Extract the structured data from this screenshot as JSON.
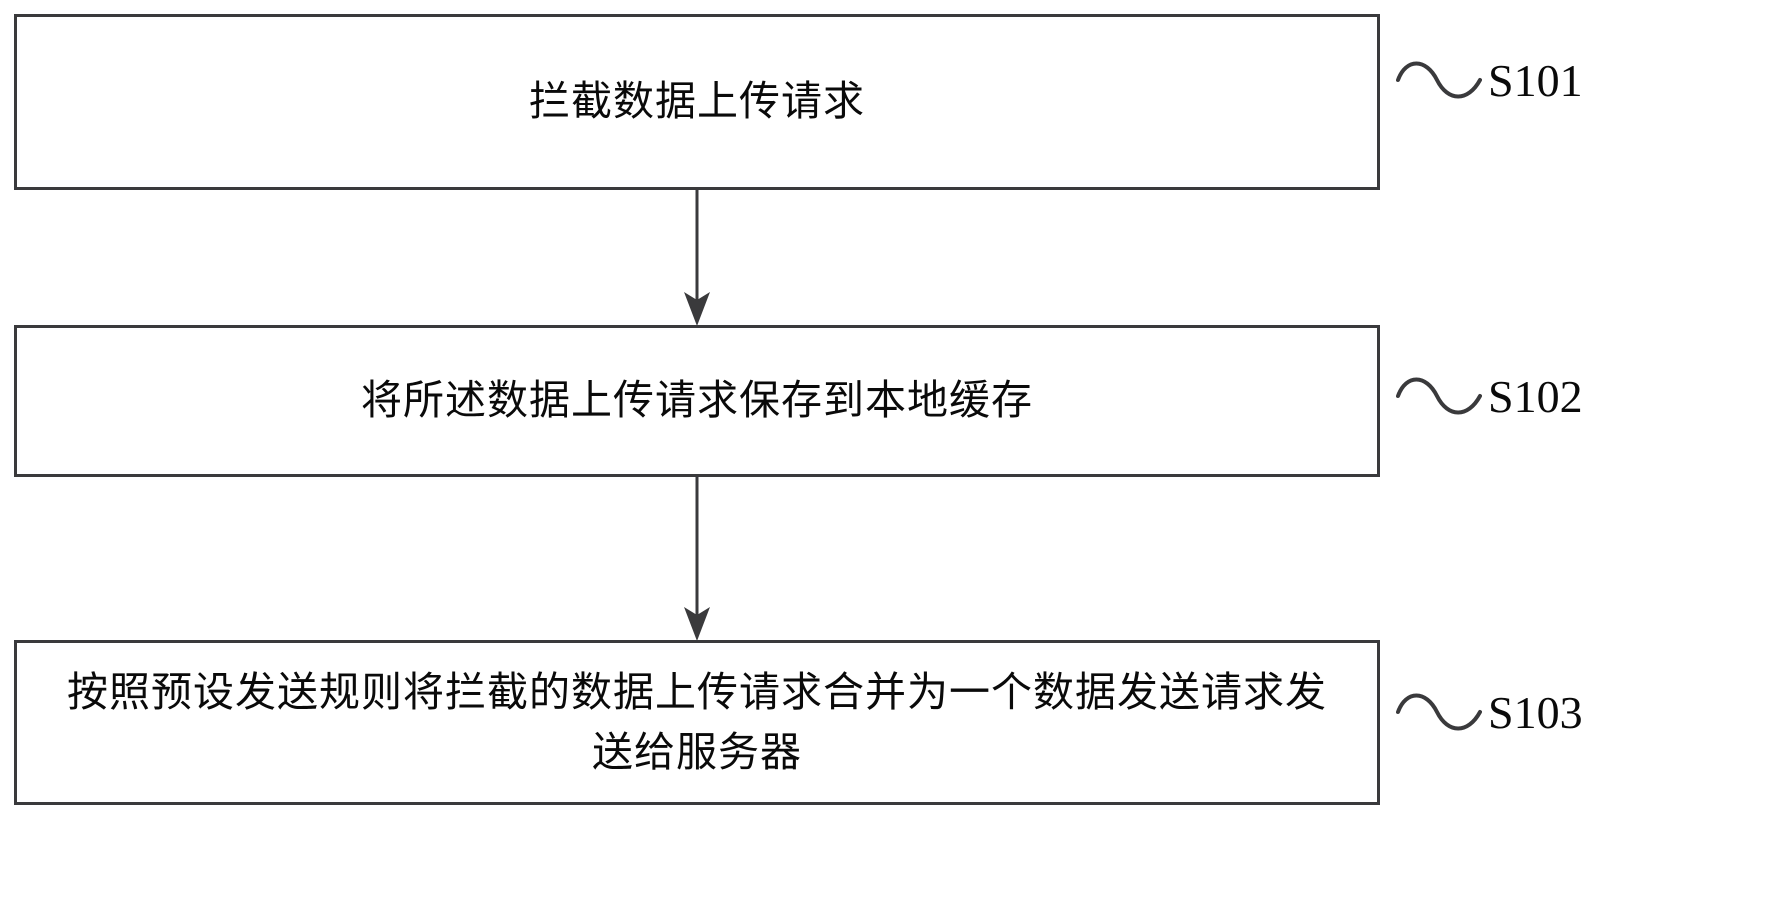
{
  "diagram": {
    "type": "flowchart",
    "orientation": "vertical",
    "title": "",
    "colors": {
      "background": "#ffffff",
      "box_border": "#3a3a3c",
      "box_fill": "#ffffff",
      "text": "#0a0a0a",
      "arrow": "#3a3a3c"
    },
    "nodes": [
      {
        "id": "S101",
        "label": "拦截数据上传请求",
        "step_ref": "S101"
      },
      {
        "id": "S102",
        "label": "将所述数据上传请求保存到本地缓存",
        "step_ref": "S102"
      },
      {
        "id": "S103",
        "label": "按照预设发送规则将拦截的数据上传请求合并为一个数据发送请求发\n送给服务器",
        "step_ref": "S103"
      }
    ],
    "edges": [
      {
        "from": "S101",
        "to": "S102",
        "style": "arrow-down"
      },
      {
        "from": "S102",
        "to": "S103",
        "style": "arrow-down"
      }
    ],
    "callouts": [
      {
        "text": "S101",
        "connector": "squiggle"
      },
      {
        "text": "S102",
        "connector": "squiggle"
      },
      {
        "text": "S103",
        "connector": "squiggle"
      }
    ]
  }
}
